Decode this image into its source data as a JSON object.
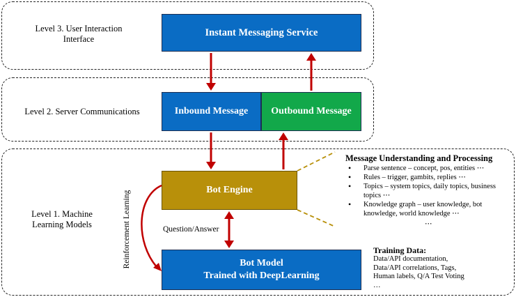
{
  "levels": {
    "level3": {
      "label_line1": "Level 3. User Interaction",
      "label_line2": "Interface"
    },
    "level2": {
      "label": "Level 2. Server Communications"
    },
    "level1": {
      "label_line1": "Level 1. Machine",
      "label_line2": "Learning Models"
    }
  },
  "boxes": {
    "instant_messaging": "Instant Messaging Service",
    "inbound": "Inbound Message",
    "outbound": "Outbound Message",
    "bot_engine": "Bot Engine",
    "bot_model_line1": "Bot Model",
    "bot_model_line2": "Trained with DeepLearning"
  },
  "edge_labels": {
    "question_answer": "Question/Answer",
    "reinforcement": "Reinforcement Learning"
  },
  "processing": {
    "title": "Message Understanding and Processing",
    "items": [
      "Parse sentence – concept, pos, entities ⋯",
      "Rules – trigger, gambits, replies ⋯",
      "Topics – system topics, daily topics, business topics ⋯",
      "Knowledge graph – user knowledge, bot knowledge, world knowledge ⋯"
    ],
    "trailing": "⋯"
  },
  "training": {
    "title": "Training Data:",
    "lines": [
      "Data/API documentation,",
      "Data/API correlations, Tags,",
      "Human labels, Q/A Test Voting",
      "…"
    ]
  },
  "colors": {
    "blue": "#0a6cc4",
    "green": "#12a84a",
    "gold": "#b8900a",
    "arrow_red": "#c00000",
    "dash_gold": "#b8900a"
  }
}
